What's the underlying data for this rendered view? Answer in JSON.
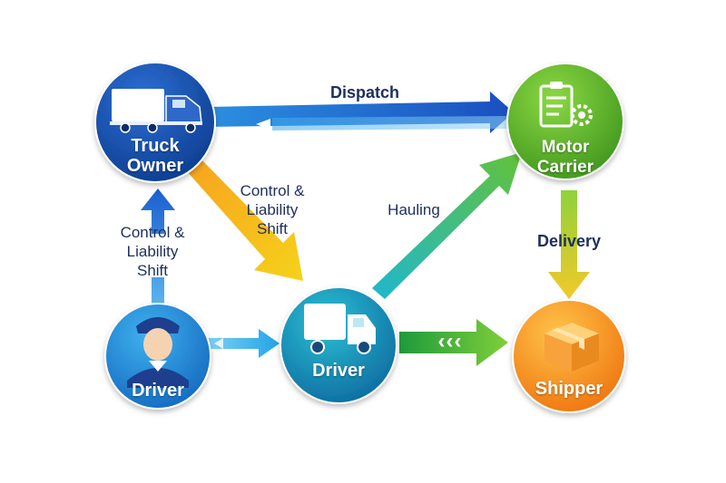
{
  "nodes": {
    "truck_owner": {
      "line1": "Truck",
      "line2": "Owner",
      "color_top": "#1f5fc2",
      "color_bottom": "#0d3d8f"
    },
    "motor_carrier": {
      "line1": "Motor",
      "line2": "Carrier",
      "color_top": "#7fd03a",
      "color_bottom": "#3f9a1e"
    },
    "driver_person": {
      "label": "Driver",
      "color_top": "#35a7ea",
      "color_bottom": "#1372c4"
    },
    "driver_truck": {
      "label": "Driver",
      "color_top": "#23b3c8",
      "color_bottom": "#0c6fa8"
    },
    "shipper": {
      "label": "Shipper",
      "color_top": "#ffb43a",
      "color_bottom": "#f0780f"
    }
  },
  "edges": {
    "dispatch": "Dispatch",
    "hauling": "Hauling",
    "delivery": "Delivery",
    "control_liability_right": {
      "line1": "Control &",
      "line2": "Liability",
      "line3": "Shift"
    },
    "control_liability_left": {
      "line1": "Control &",
      "line2": "Liability",
      "line3": "Shift"
    },
    "chevrons": "‹‹‹"
  }
}
